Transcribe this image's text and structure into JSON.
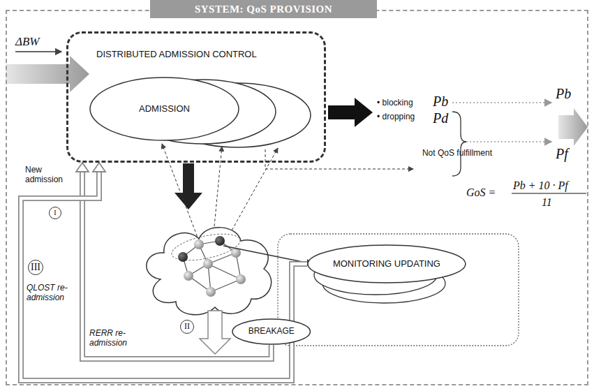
{
  "diagram": {
    "nodes": [
      {
        "text": [
          "SYSTEM: QoS PROVISION"
        ]
      },
      {
        "text": [
          "DISTRIBUTED ADMISSION CONTROL"
        ],
        "in": 0
      },
      {
        "text": [
          "ADMISSION"
        ],
        "in": 1
      },
      {
        "text": [
          "MONITORING UPDATING"
        ],
        "in": 0
      },
      {
        "text": [
          "BREAKAGE"
        ],
        "in": 0
      }
    ],
    "edges": [
      {
        "from": 4,
        "to": 1,
        "arrow": "to"
      },
      {
        "from": 3,
        "to": 1,
        "arrow": "to"
      }
    ],
    "labels": [
      "ΔBW",
      "New admission",
      "I",
      "III",
      "QLOST re-admission",
      "RERR re-admission",
      "II",
      "• blocking",
      "Pb",
      "• dropping",
      "Pd",
      "Pb",
      "Pf",
      "Not QoS fulfillment",
      "GoS =",
      "Pb + 10 · Pf",
      "11"
    ]
  }
}
